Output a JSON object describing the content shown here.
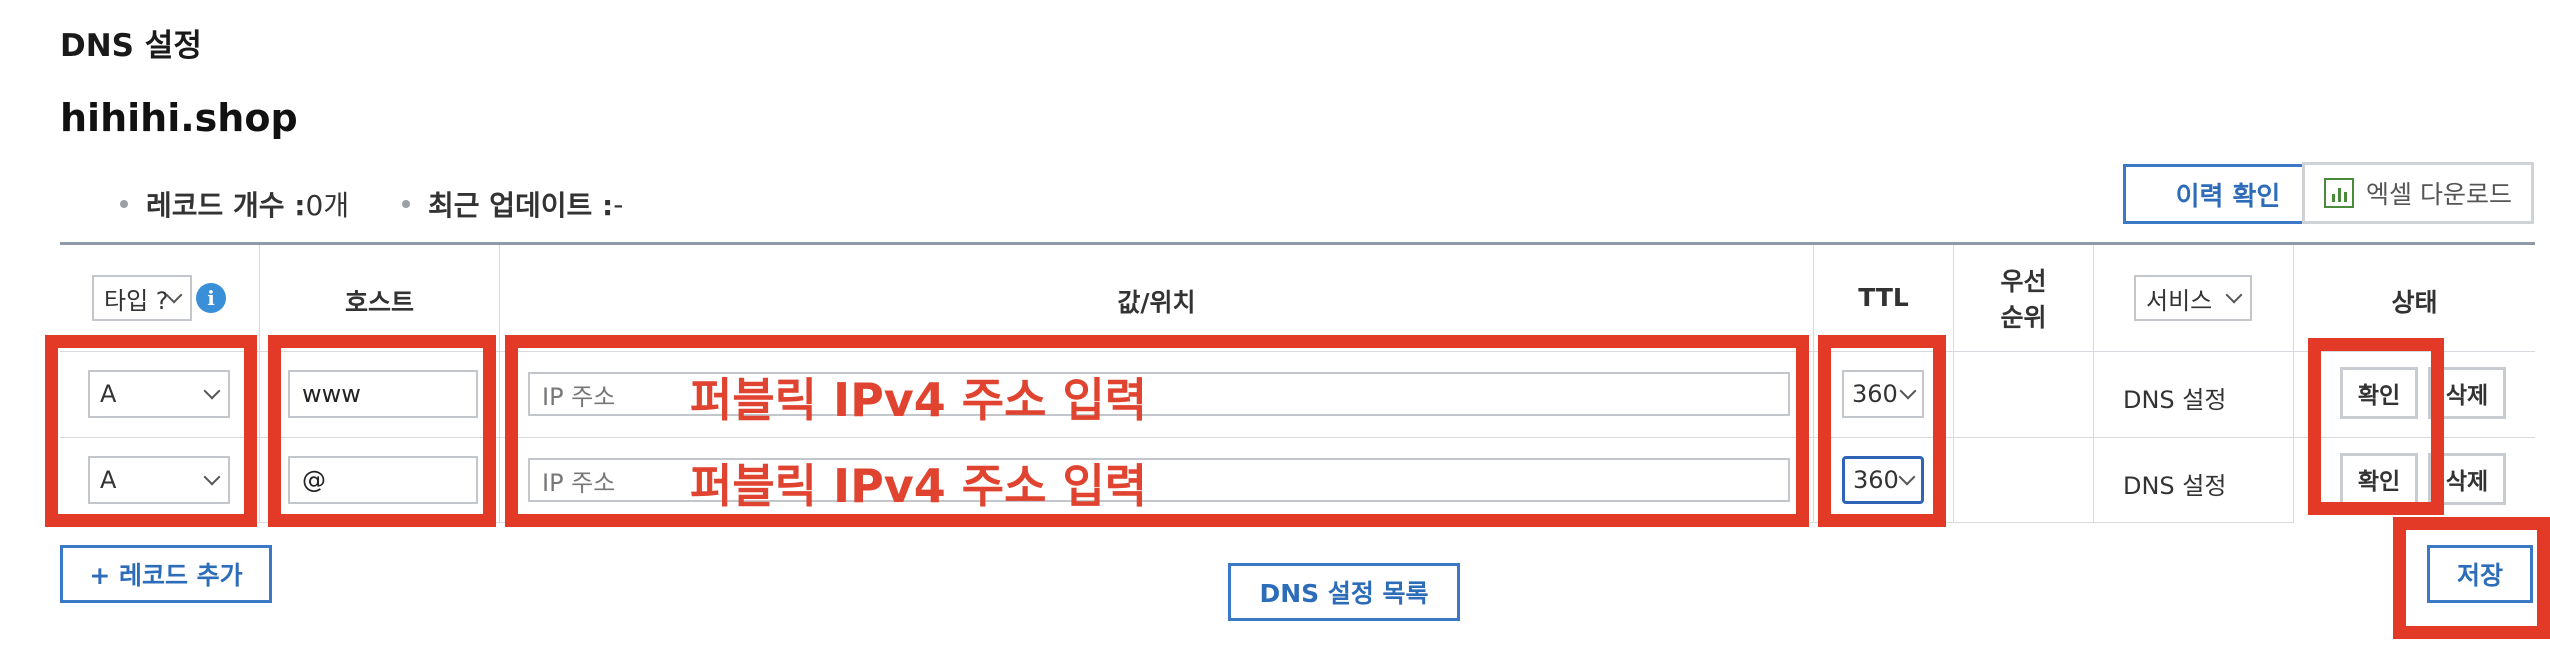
{
  "header": {
    "section_title": "DNS 설정",
    "domain": "hihihi.shop"
  },
  "summary": {
    "record_count_label": "레코드 개수 : ",
    "record_count_value": "0개",
    "updated_label": "최근 업데이트 : ",
    "updated_value": "-"
  },
  "toolbar": {
    "history_button": "이력 확인",
    "excel_button": "엑셀 다운로드",
    "excel_icon": "excel-chart-icon"
  },
  "table": {
    "columns": {
      "type_select": "타입 ?",
      "host": "호스트",
      "value": "값/위치",
      "ttl": "TTL",
      "priority": "우선\n순위",
      "service_select": "서비스",
      "status": "상태"
    },
    "rows": [
      {
        "type": "A",
        "host": "www",
        "value_placeholder": "IP 주소",
        "ttl": "360",
        "service": "DNS 설정",
        "confirm_label": "확인",
        "delete_label": "삭제"
      },
      {
        "type": "A",
        "host": "@",
        "value_placeholder": "IP 주소",
        "ttl": "360",
        "service": "DNS 설정",
        "confirm_label": "확인",
        "delete_label": "삭제"
      }
    ]
  },
  "actions": {
    "add_record": "+ 레코드 추가",
    "dns_list": "DNS 설정 목록",
    "save": "저장"
  },
  "annotations": {
    "row1_note": "퍼블릭 IPv4 주소 입력",
    "row2_note": "퍼블릭 IPv4 주소 입력",
    "highlight_color": "#e23a26"
  }
}
